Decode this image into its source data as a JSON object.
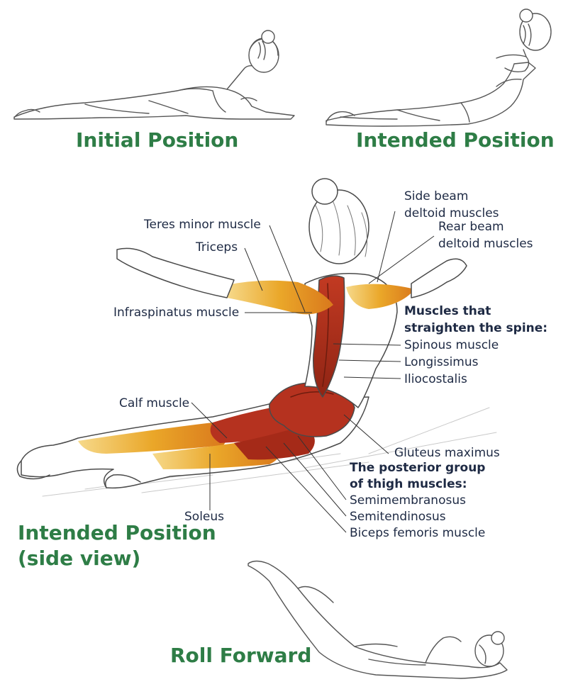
{
  "captions": {
    "initial": "Initial Position",
    "intended": "Intended Position",
    "side_view_line1": "Intended Position",
    "side_view_line2": "(side view)",
    "roll_forward": "Roll Forward"
  },
  "labels": {
    "side_beam_1": "Side beam",
    "side_beam_2": "deltoid muscles",
    "rear_beam_1": "Rear beam",
    "rear_beam_2": "deltoid muscles",
    "teres_minor": "Teres minor muscle",
    "triceps": "Triceps",
    "infraspinatus": "Infraspinatus muscle",
    "spine_group_1": "Muscles that",
    "spine_group_2": "straighten the spine:",
    "spinous": "Spinous muscle",
    "longissimus": "Longissimus",
    "iliocostalis": "Iliocostalis",
    "calf": "Calf muscle",
    "gluteus": "Gluteus maximus",
    "thigh_group_1": "The posterior group",
    "thigh_group_2": "of thigh muscles:",
    "semimembranosus": "Semimembranosus",
    "semitendinosus": "Semitendinosus",
    "biceps_femoris": "Biceps femoris muscle",
    "soleus": "Soleus"
  },
  "colors": {
    "caption": "#2e7d46",
    "label_text": "#1e2a44",
    "muscle_red": "#b5321f",
    "muscle_orange": "#e9a524",
    "skin": "#ffffff",
    "outline": "#555555"
  }
}
